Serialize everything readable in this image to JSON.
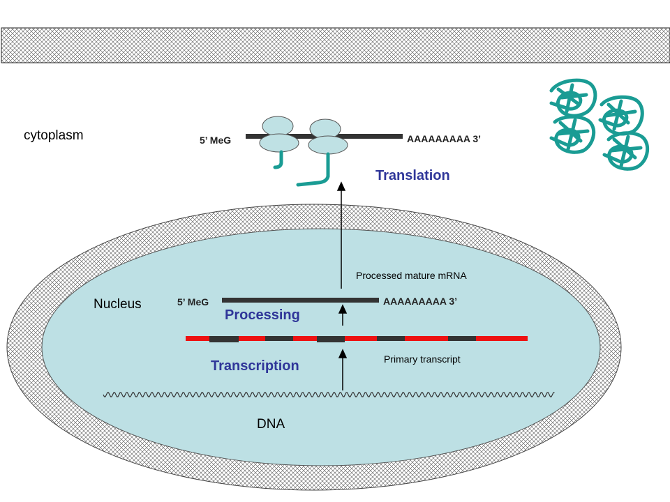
{
  "labels": {
    "cytoplasm": "cytoplasm",
    "nucleus": "Nucleus",
    "dna": "DNA",
    "primary_transcript": "Primary transcript",
    "processed_mrna": "Processed mature mRNA"
  },
  "processes": {
    "transcription": "Transcription",
    "processing": "Processing",
    "translation": "Translation"
  },
  "mrna_nuclear": {
    "five_prime": "5’ MeG",
    "three_prime": "AAAAAAAAA 3’"
  },
  "mrna_cytoplasmic": {
    "five_prime": "5’ MeG",
    "three_prime": "AAAAAAAAA 3’"
  },
  "colors": {
    "process_text": "#2f3699",
    "nucleus_fill": "#bde0e4",
    "exon": "#ee1111",
    "intron": "#333333",
    "protein": "#1a9c94",
    "ribosome": "#bfe1e4"
  }
}
